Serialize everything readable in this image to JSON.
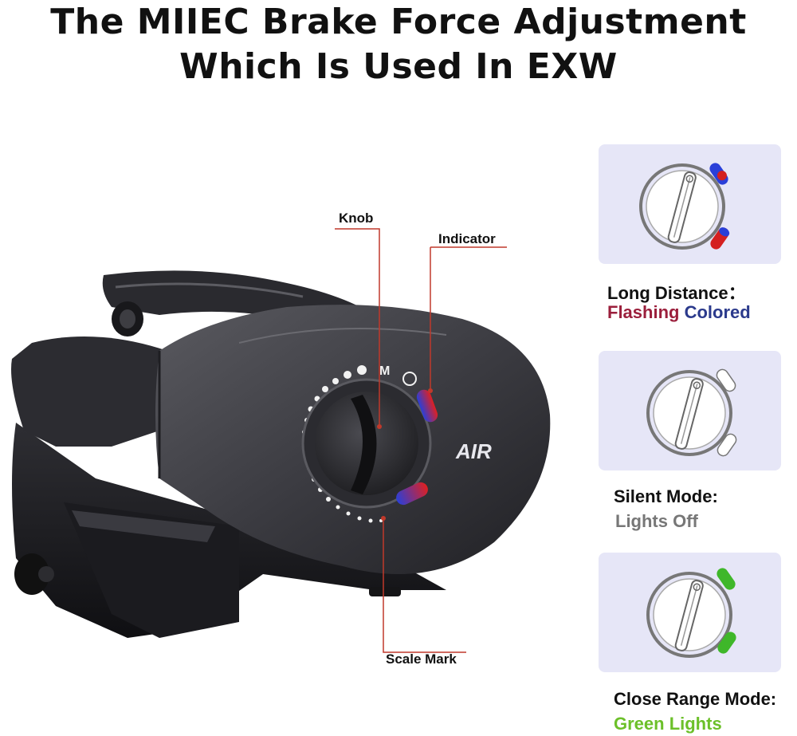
{
  "heading": {
    "line1": "The MIIEC Brake Force Adjustment",
    "line2": "Which Is Used In EXW"
  },
  "reel": {
    "dial_letter": "M",
    "brand_mark": "AIR",
    "callouts": {
      "knob": "Knob",
      "indicator": "Indicator",
      "scale_mark": "Scale Mark"
    }
  },
  "modes": [
    {
      "title": "Long Distance：",
      "sub_parts": [
        "Flashing",
        "Colored"
      ],
      "sub_colors": [
        "#9b1f3c",
        "#2b3a8c"
      ],
      "light_colors": [
        "#2a3fd8",
        "#d42020"
      ]
    },
    {
      "title": "Silent Mode:",
      "sub": "Lights Off",
      "sub_color": "#777777",
      "light_colors": [
        "#ffffff"
      ]
    },
    {
      "title": "Close Range Mode:",
      "sub": "Green Lights",
      "sub_color": "#6cc02a",
      "light_colors": [
        "#3fb72a"
      ]
    }
  ],
  "colors": {
    "callout_line": "#c0392b",
    "card_bg": "#e6e6f7",
    "reel_body": "#3a3a3f"
  }
}
